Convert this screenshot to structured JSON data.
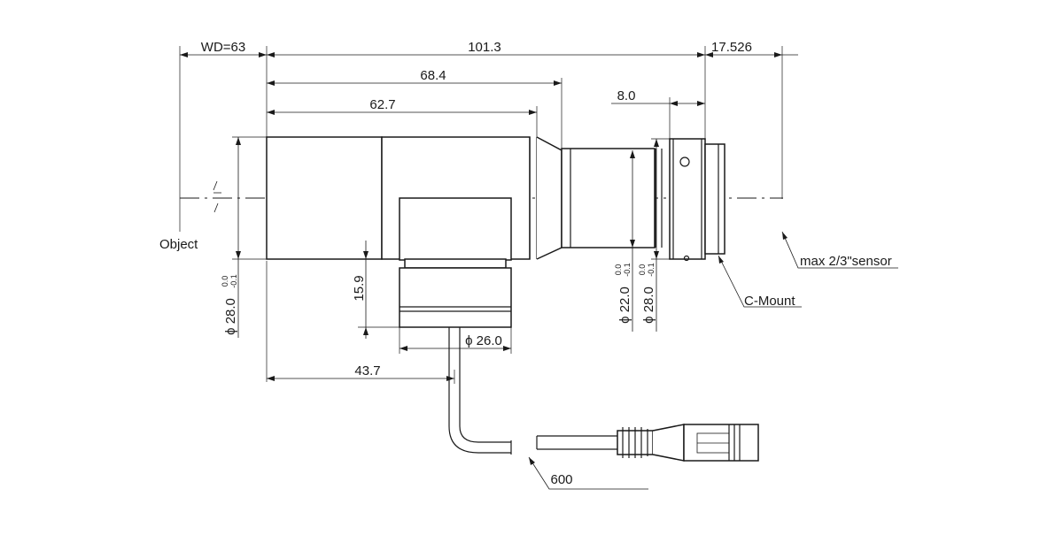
{
  "dimensions": {
    "wd": "WD=63",
    "total_length": "101.3",
    "flange_back": "17.526",
    "length_68": "68.4",
    "length_62": "62.7",
    "length_8": "8.0",
    "body_dia": "ϕ 28.0",
    "body_dia_tol_upper": "0.0",
    "body_dia_tol_lower": "-0.1",
    "port_height": "15.9",
    "port_dia": "ϕ 26.0",
    "port_offset": "43.7",
    "rear_dia_22": "ϕ 22.0",
    "rear_dia_22_tol_upper": "0.0",
    "rear_dia_22_tol_lower": "-0.1",
    "rear_dia_28": "ϕ 28.0",
    "rear_dia_28_tol_upper": "0.0",
    "rear_dia_28_tol_lower": "-0.1",
    "cable_length": "600"
  },
  "labels": {
    "object": "Object",
    "sensor": "max 2/3\"sensor",
    "mount": "C-Mount"
  }
}
